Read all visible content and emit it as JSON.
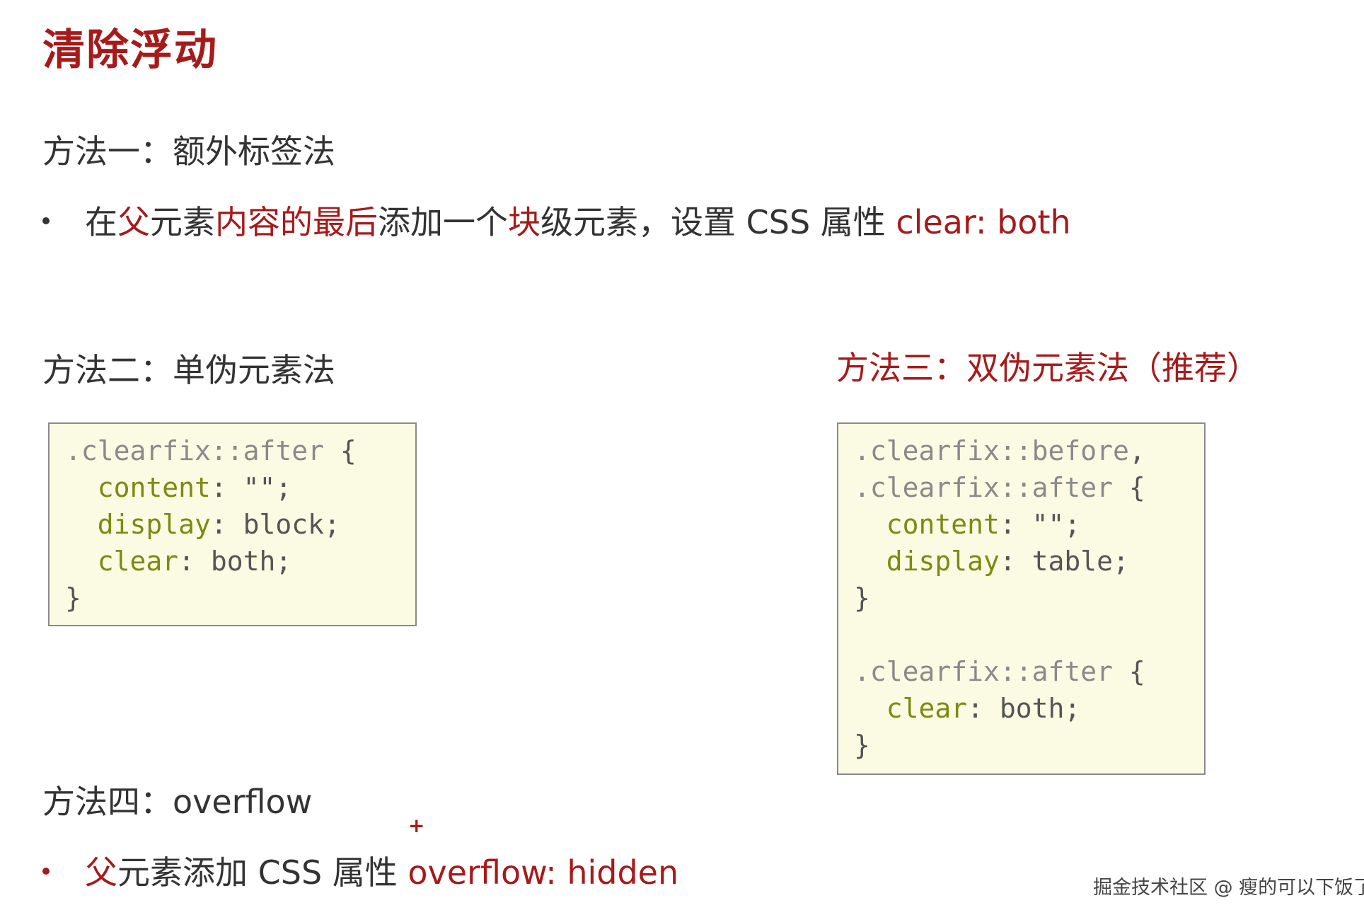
{
  "title": "清除浮动",
  "method1": {
    "heading": "方法一：额外标签法",
    "bullet": [
      {
        "text": "在",
        "hl": false
      },
      {
        "text": "父",
        "hl": true
      },
      {
        "text": "元素",
        "hl": false
      },
      {
        "text": "内容的最后",
        "hl": true
      },
      {
        "text": "添加一个",
        "hl": false
      },
      {
        "text": "块",
        "hl": true
      },
      {
        "text": "级元素，设置 CSS 属性 ",
        "hl": false
      },
      {
        "text": "clear: both",
        "hl": true
      }
    ]
  },
  "method2": {
    "heading": "方法二：单伪元素法",
    "code": [
      [
        {
          "t": ".clearfix::after",
          "c": "sel"
        },
        {
          "t": " {",
          "c": "punc"
        }
      ],
      [
        {
          "t": "  content",
          "c": "prop"
        },
        {
          "t": ": \"\";",
          "c": "punc"
        }
      ],
      [
        {
          "t": "  display",
          "c": "prop"
        },
        {
          "t": ": block;",
          "c": "punc"
        }
      ],
      [
        {
          "t": "  clear",
          "c": "prop"
        },
        {
          "t": ": both;",
          "c": "punc"
        }
      ],
      [
        {
          "t": "}",
          "c": "punc"
        }
      ]
    ]
  },
  "method3": {
    "heading": "方法三：双伪元素法（推荐）",
    "code": [
      [
        {
          "t": ".clearfix::before",
          "c": "sel"
        },
        {
          "t": ",",
          "c": "punc"
        }
      ],
      [
        {
          "t": ".clearfix::after",
          "c": "sel"
        },
        {
          "t": " {",
          "c": "punc"
        }
      ],
      [
        {
          "t": "  content",
          "c": "prop"
        },
        {
          "t": ": \"\";",
          "c": "punc"
        }
      ],
      [
        {
          "t": "  display",
          "c": "prop"
        },
        {
          "t": ": table;",
          "c": "punc"
        }
      ],
      [
        {
          "t": "}",
          "c": "punc"
        }
      ],
      [],
      [
        {
          "t": ".clearfix::after",
          "c": "sel"
        },
        {
          "t": " {",
          "c": "punc"
        }
      ],
      [
        {
          "t": "  clear",
          "c": "prop"
        },
        {
          "t": ": both;",
          "c": "punc"
        }
      ],
      [
        {
          "t": "}",
          "c": "punc"
        }
      ]
    ]
  },
  "method4": {
    "heading": "方法四：overflow",
    "bullet": [
      {
        "text": "父",
        "hl": true
      },
      {
        "text": "元素添加 CSS 属性 ",
        "hl": false
      },
      {
        "text": "overflow: hidden",
        "hl": true
      }
    ]
  },
  "cursor_mark": "+",
  "watermark": "掘金技术社区 @ 瘦的可以下饭了",
  "colors": {
    "accent_red": "#a71a1a",
    "code_bg": "#fbfbe4",
    "code_property": "#7c8a10",
    "code_selector": "#8a8a8a"
  }
}
